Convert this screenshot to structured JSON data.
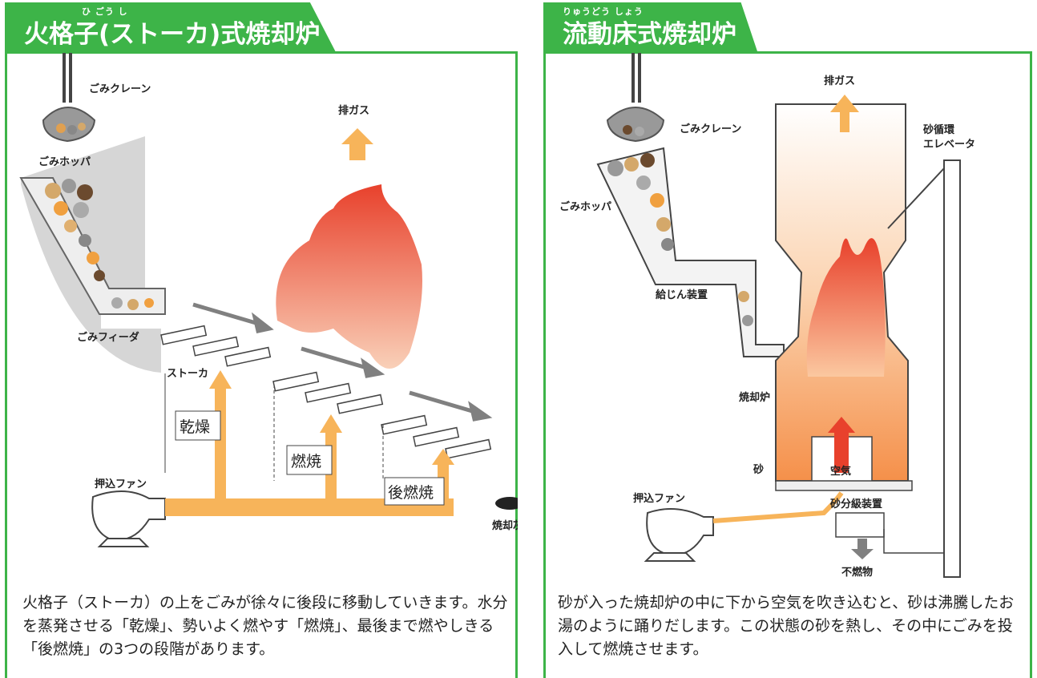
{
  "left": {
    "title": "火格子(ストーカ)式焼却炉",
    "ruby": "ひ ごう し",
    "labels": {
      "crane": "ごみクレーン",
      "hopper": "ごみホッパ",
      "feeder": "ごみフィーダ",
      "stoker": "ストーカ",
      "exhaust": "排ガス",
      "fan": "押込ファン",
      "ash": "焼却灰",
      "drying": "乾燥",
      "burning": "燃焼",
      "afterburning": "後燃焼"
    },
    "description": "火格子（ストーカ）の上をごみが徐々に後段に移動していきます。水分を蒸発させる「乾燥」、勢いよく燃やす「燃焼」、最後まで燃やしきる「後燃焼」の3つの段階があります。"
  },
  "right": {
    "title": "流動床式焼却炉",
    "ruby": "りゅうどう しょう",
    "labels": {
      "crane": "ごみクレーン",
      "hopper": "ごみホッパ",
      "feeder": "給じん装置",
      "exhaust": "排ガス",
      "elevator_line1": "砂循環",
      "elevator_line2": "エレベータ",
      "furnace": "焼却炉",
      "sand": "砂",
      "air": "空気",
      "fan": "押込ファン",
      "classifier": "砂分級装置",
      "noncombustible": "不燃物"
    },
    "description": "砂が入った焼却炉の中に下から空気を吹き込むと、砂は沸騰したお湯のように踊りだします。この状態の砂を熱し、その中にごみを投入して燃焼させます。"
  },
  "colors": {
    "green": "#3db448",
    "orange_arrow": "#f7b45a",
    "flame_red": "#e8412c",
    "flame_light": "#f9c9a8",
    "gray_arrow": "#808080"
  }
}
